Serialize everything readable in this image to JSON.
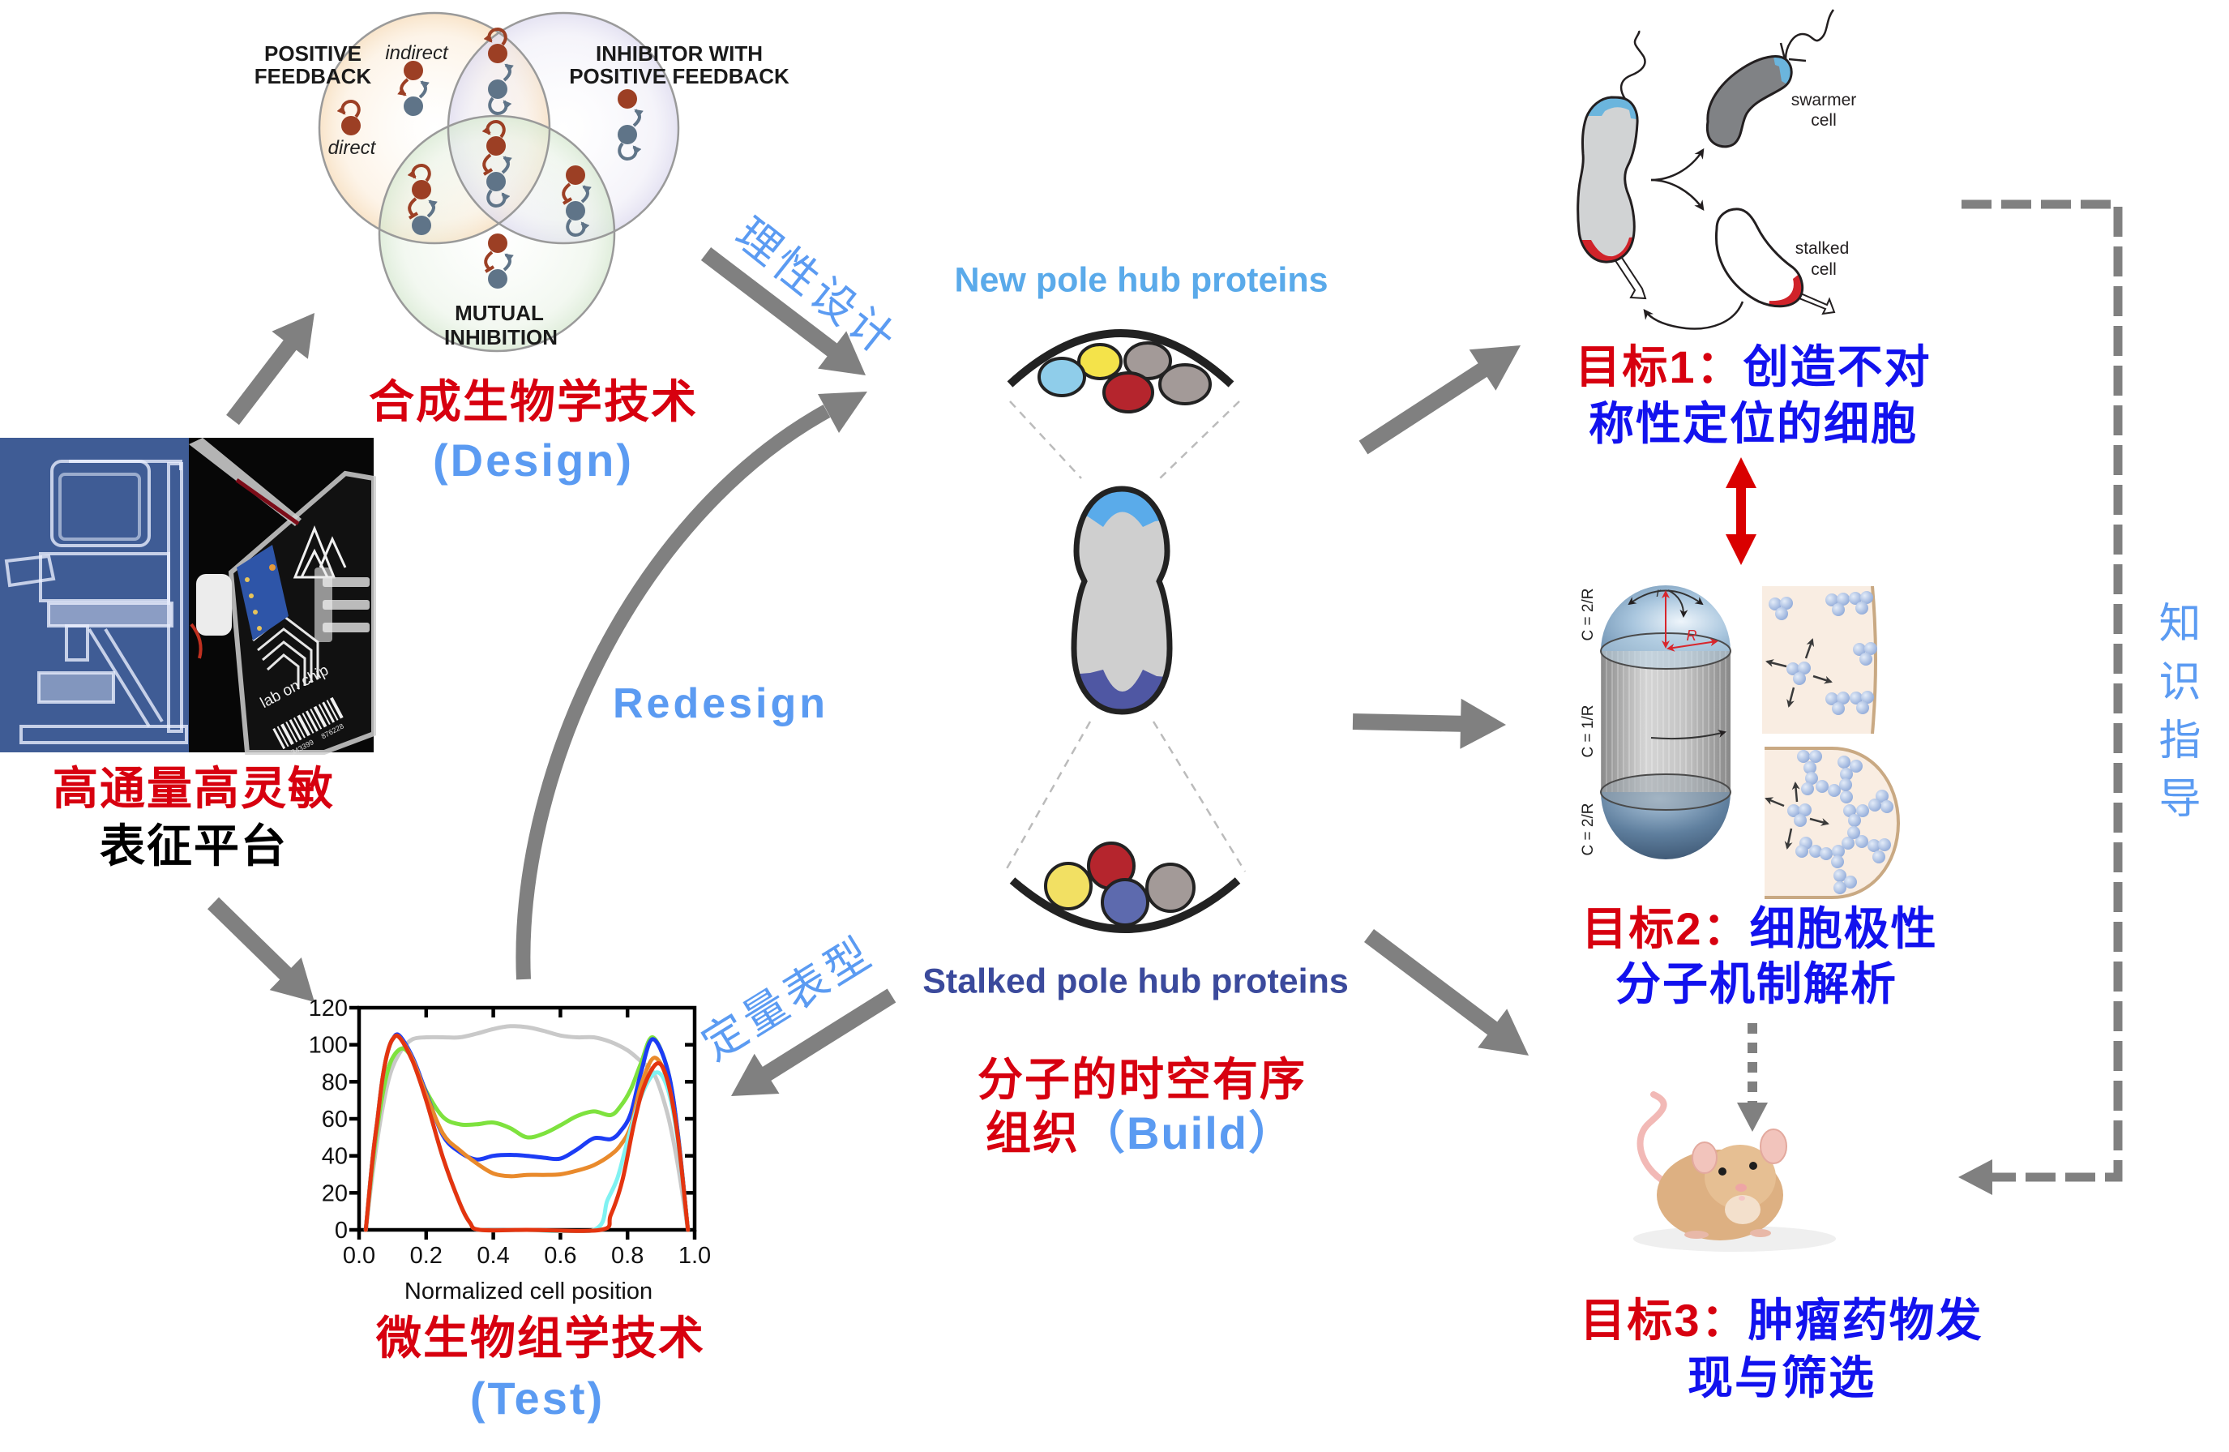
{
  "colors": {
    "red_text": "#d7000f",
    "blue_text": "#1212ee",
    "light_blue_text": "#5b9bf2",
    "new_pole_blue": "#5aaaea",
    "stalked_pole_navy": "#3b4a9c",
    "arrow_gray": "#808080",
    "double_arrow_red": "#d90000"
  },
  "platform": {
    "title_line1": "高通量高灵敏",
    "title_line2": "表征平台",
    "chip_label": "lab on chip",
    "barcode_numbers": [
      "343399",
      "876228"
    ]
  },
  "design": {
    "venn_labels": {
      "positive_feedback": [
        "POSITIVE",
        "FEEDBACK"
      ],
      "indirect": "indirect",
      "direct": "direct",
      "inhibitor_with_positive_feedback": [
        "INHIBITOR WITH",
        "POSITIVE FEEDBACK"
      ],
      "mutual_inhibition": [
        "MUTUAL",
        "INHIBITION"
      ]
    },
    "title": "合成生物学技术",
    "subtitle": "(Design)"
  },
  "flow_labels": {
    "rational_design": "理性设计",
    "redesign": "Redesign",
    "quantitative_phenotyping": "定量表型",
    "knowledge_guidance": "知识指导"
  },
  "build": {
    "new_pole_label": "New pole hub proteins",
    "stalked_pole_label": "Stalked pole hub proteins",
    "title_line1": "分子的时空有序",
    "title_line2_cn": "组织",
    "title_line2_en": "（Build）"
  },
  "test": {
    "title": "微生物组学技术",
    "subtitle": "(Test)"
  },
  "goals": [
    {
      "label": "目标1：",
      "text_line1": "创造不对",
      "text_line2": "称性定位的细胞",
      "figure_labels": {
        "swarmer": [
          "swarmer",
          "cell"
        ],
        "stalked": [
          "stalked",
          "cell"
        ]
      }
    },
    {
      "label": "目标2：",
      "text_line1": "细胞极性",
      "text_line2": "分子机制解析",
      "figure_labels": {
        "curvature": [
          "C = 2/R",
          "C = 1/R",
          "C = 2/R"
        ],
        "radius": "R",
        "small_radius": "r"
      }
    },
    {
      "label": "目标3：",
      "text_line1": "肿瘤药物发",
      "text_line2": "现与筛选"
    }
  ],
  "chart_data": {
    "type": "line",
    "title": "",
    "xlabel": "Normalized cell position",
    "ylabel": "",
    "xlim": [
      0,
      1
    ],
    "ylim": [
      0,
      120
    ],
    "grid": false,
    "legend": "none",
    "x_ticks": [
      {
        "value": 0,
        "label": "0.0"
      },
      {
        "value": 0.2,
        "label": "0.2"
      },
      {
        "value": 0.4,
        "label": "0.4"
      },
      {
        "value": 0.6,
        "label": "0.6"
      },
      {
        "value": 0.8,
        "label": "0.8"
      },
      {
        "value": 1,
        "label": "1.0"
      }
    ],
    "y_ticks": [
      {
        "value": 0,
        "label": "0"
      },
      {
        "value": 20,
        "label": "20"
      },
      {
        "value": 40,
        "label": "40"
      },
      {
        "value": 60,
        "label": "60"
      },
      {
        "value": 80,
        "label": "80"
      },
      {
        "value": 100,
        "label": "100"
      },
      {
        "value": 120,
        "label": "120"
      }
    ],
    "series": [
      {
        "name": "gray",
        "color": "#c9c9c9",
        "points": [
          [
            0.02,
            0
          ],
          [
            0.04,
            30
          ],
          [
            0.06,
            55
          ],
          [
            0.08,
            75
          ],
          [
            0.1,
            88
          ],
          [
            0.13,
            98
          ],
          [
            0.16,
            103
          ],
          [
            0.2,
            104
          ],
          [
            0.25,
            104
          ],
          [
            0.3,
            104
          ],
          [
            0.35,
            106
          ],
          [
            0.4,
            108.5
          ],
          [
            0.45,
            110
          ],
          [
            0.5,
            109.5
          ],
          [
            0.55,
            107.5
          ],
          [
            0.6,
            105
          ],
          [
            0.65,
            104
          ],
          [
            0.7,
            104
          ],
          [
            0.75,
            101.5
          ],
          [
            0.8,
            97
          ],
          [
            0.84,
            91
          ],
          [
            0.88,
            84
          ],
          [
            0.92,
            62
          ],
          [
            0.95,
            35
          ],
          [
            0.98,
            0
          ]
        ]
      },
      {
        "name": "green",
        "color": "#7ee23e",
        "points": [
          [
            0.02,
            0
          ],
          [
            0.04,
            35
          ],
          [
            0.06,
            62
          ],
          [
            0.08,
            82
          ],
          [
            0.1,
            93
          ],
          [
            0.13,
            98
          ],
          [
            0.16,
            92
          ],
          [
            0.2,
            75
          ],
          [
            0.25,
            61
          ],
          [
            0.3,
            57
          ],
          [
            0.35,
            57
          ],
          [
            0.4,
            58
          ],
          [
            0.45,
            55
          ],
          [
            0.5,
            50
          ],
          [
            0.55,
            52
          ],
          [
            0.6,
            56.5
          ],
          [
            0.65,
            61.5
          ],
          [
            0.7,
            64
          ],
          [
            0.75,
            62
          ],
          [
            0.78,
            67
          ],
          [
            0.81,
            76
          ],
          [
            0.84,
            90
          ],
          [
            0.875,
            104
          ],
          [
            0.92,
            86
          ],
          [
            0.95,
            52
          ],
          [
            0.98,
            0
          ]
        ]
      },
      {
        "name": "blue",
        "color": "#1c3cf5",
        "points": [
          [
            0.02,
            0
          ],
          [
            0.04,
            38
          ],
          [
            0.055,
            60
          ],
          [
            0.07,
            82
          ],
          [
            0.085,
            96
          ],
          [
            0.1,
            103
          ],
          [
            0.12,
            105
          ],
          [
            0.16,
            93
          ],
          [
            0.2,
            74
          ],
          [
            0.25,
            51
          ],
          [
            0.3,
            42
          ],
          [
            0.35,
            38
          ],
          [
            0.4,
            40
          ],
          [
            0.45,
            40.5
          ],
          [
            0.5,
            40
          ],
          [
            0.55,
            39
          ],
          [
            0.6,
            38.5
          ],
          [
            0.65,
            43.5
          ],
          [
            0.7,
            49.5
          ],
          [
            0.75,
            49
          ],
          [
            0.78,
            53.5
          ],
          [
            0.81,
            63
          ],
          [
            0.84,
            85
          ],
          [
            0.875,
            103
          ],
          [
            0.92,
            86
          ],
          [
            0.95,
            52
          ],
          [
            0.98,
            0
          ]
        ]
      },
      {
        "name": "orange",
        "color": "#e98a2c",
        "points": [
          [
            0.02,
            0
          ],
          [
            0.04,
            38
          ],
          [
            0.055,
            60
          ],
          [
            0.07,
            82
          ],
          [
            0.085,
            96
          ],
          [
            0.1,
            103
          ],
          [
            0.12,
            104
          ],
          [
            0.16,
            92
          ],
          [
            0.2,
            73
          ],
          [
            0.25,
            52
          ],
          [
            0.3,
            43
          ],
          [
            0.35,
            36
          ],
          [
            0.4,
            30.5
          ],
          [
            0.45,
            29
          ],
          [
            0.5,
            29.7
          ],
          [
            0.55,
            29.7
          ],
          [
            0.6,
            30
          ],
          [
            0.65,
            32
          ],
          [
            0.7,
            35
          ],
          [
            0.75,
            40.5
          ],
          [
            0.78,
            46
          ],
          [
            0.81,
            56
          ],
          [
            0.84,
            78
          ],
          [
            0.88,
            93
          ],
          [
            0.92,
            80
          ],
          [
            0.95,
            50
          ],
          [
            0.98,
            0
          ]
        ]
      },
      {
        "name": "cyan",
        "color": "#80f2f2",
        "points": [
          [
            0.02,
            0
          ],
          [
            0.04,
            38
          ],
          [
            0.055,
            60
          ],
          [
            0.07,
            82
          ],
          [
            0.085,
            96
          ],
          [
            0.1,
            103
          ],
          [
            0.12,
            104
          ],
          [
            0.16,
            91
          ],
          [
            0.2,
            70
          ],
          [
            0.25,
            39
          ],
          [
            0.3,
            14.5
          ],
          [
            0.33,
            4
          ],
          [
            0.36,
            0
          ],
          [
            0.5,
            0
          ],
          [
            0.7,
            0
          ],
          [
            0.74,
            16
          ],
          [
            0.77,
            28
          ],
          [
            0.8,
            48
          ],
          [
            0.84,
            72
          ],
          [
            0.885,
            85
          ],
          [
            0.92,
            76
          ],
          [
            0.95,
            48
          ],
          [
            0.98,
            0
          ]
        ]
      },
      {
        "name": "red",
        "color": "#e4340f",
        "points": [
          [
            0.02,
            0
          ],
          [
            0.04,
            38
          ],
          [
            0.055,
            60
          ],
          [
            0.07,
            82
          ],
          [
            0.085,
            96
          ],
          [
            0.1,
            103
          ],
          [
            0.12,
            104
          ],
          [
            0.16,
            91
          ],
          [
            0.2,
            70
          ],
          [
            0.25,
            39
          ],
          [
            0.3,
            14.5
          ],
          [
            0.33,
            4
          ],
          [
            0.36,
            0
          ],
          [
            0.5,
            0
          ],
          [
            0.72,
            0
          ],
          [
            0.75,
            8
          ],
          [
            0.785,
            27
          ],
          [
            0.82,
            58
          ],
          [
            0.85,
            78
          ],
          [
            0.89,
            90
          ],
          [
            0.92,
            80
          ],
          [
            0.95,
            50
          ],
          [
            0.98,
            0
          ]
        ]
      }
    ]
  }
}
